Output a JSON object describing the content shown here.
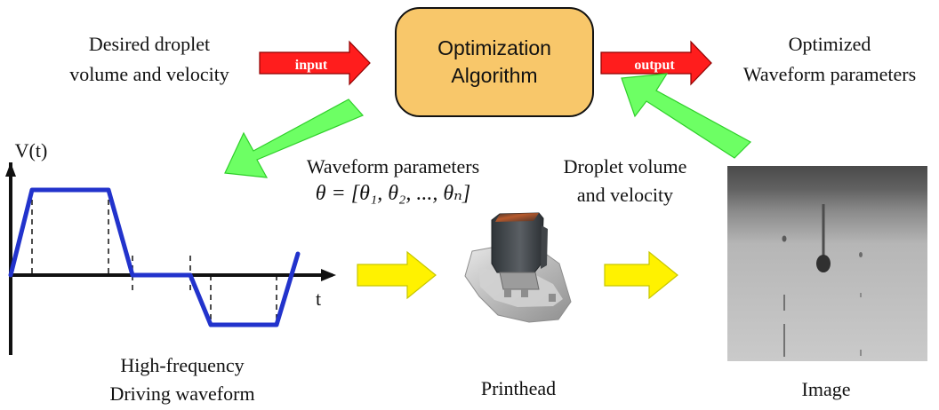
{
  "colors": {
    "accent_red": "#ff1d1d",
    "accent_green": "#6dff64",
    "accent_yellow": "#fff200",
    "waveform_blue": "#2233cc",
    "algorithm_fill": "#f8c76a"
  },
  "nodes": {
    "desired_input": {
      "line1": "Desired droplet",
      "line2": "volume and velocity"
    },
    "algorithm": {
      "line1": "Optimization",
      "line2": "Algorithm"
    },
    "optimized_output": {
      "line1": "Optimized",
      "line2": "Waveform parameters"
    },
    "waveform": {
      "axis_y": "V(t)",
      "axis_x": "t",
      "line1": "High-frequency",
      "line2": "Driving waveform"
    },
    "parameters": {
      "line1": "Waveform parameters",
      "formula": "θ = [θ₁, θ₂, ..., θₙ]"
    },
    "measurement": {
      "line1": "Droplet volume",
      "line2": "and velocity"
    },
    "printhead": {
      "label": "Printhead"
    },
    "image": {
      "label": "Image"
    }
  },
  "arrows": {
    "input_label": "input",
    "output_label": "output",
    "icons": [
      "red-arrow-icon",
      "green-arrow-icon",
      "yellow-arrow-icon"
    ]
  }
}
